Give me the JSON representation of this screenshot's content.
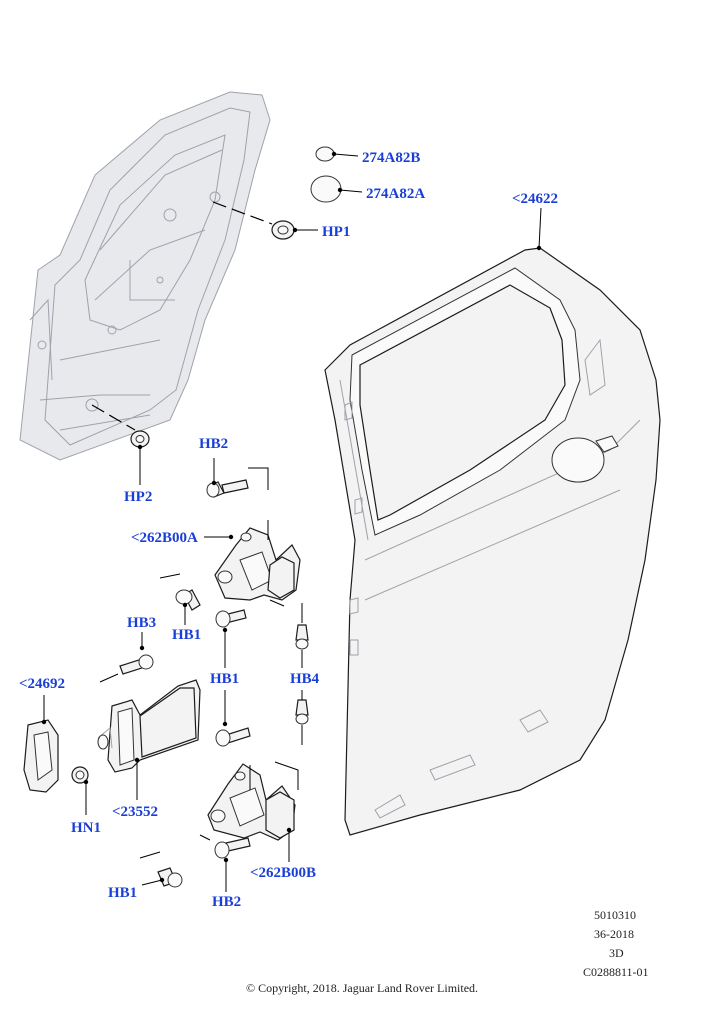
{
  "callouts": {
    "c274A82B": "274A82B",
    "c274A82A": "274A82A",
    "hp1": "HP1",
    "c24622": "<24622",
    "hp2": "HP2",
    "hb2_top": "HB2",
    "c262B00A": "<262B00A",
    "hb1_mid": "HB1",
    "hb3": "HB3",
    "c24692": "<24692",
    "hb1_low": "HB1",
    "hb4": "HB4",
    "c23552": "<23552",
    "hn1": "HN1",
    "c262B00B": "<262B00B",
    "hb1_bottom": "HB1",
    "hb2_bottom": "HB2"
  },
  "meta": {
    "line1": "5010310",
    "line2": "36-2018",
    "line3": "3D",
    "line4": "C0288811-01"
  },
  "copyright": "© Copyright, 2018. Jaguar Land Rover Limited.",
  "colors": {
    "callout": "#1a3fd6",
    "line": "#1c1c1c"
  }
}
